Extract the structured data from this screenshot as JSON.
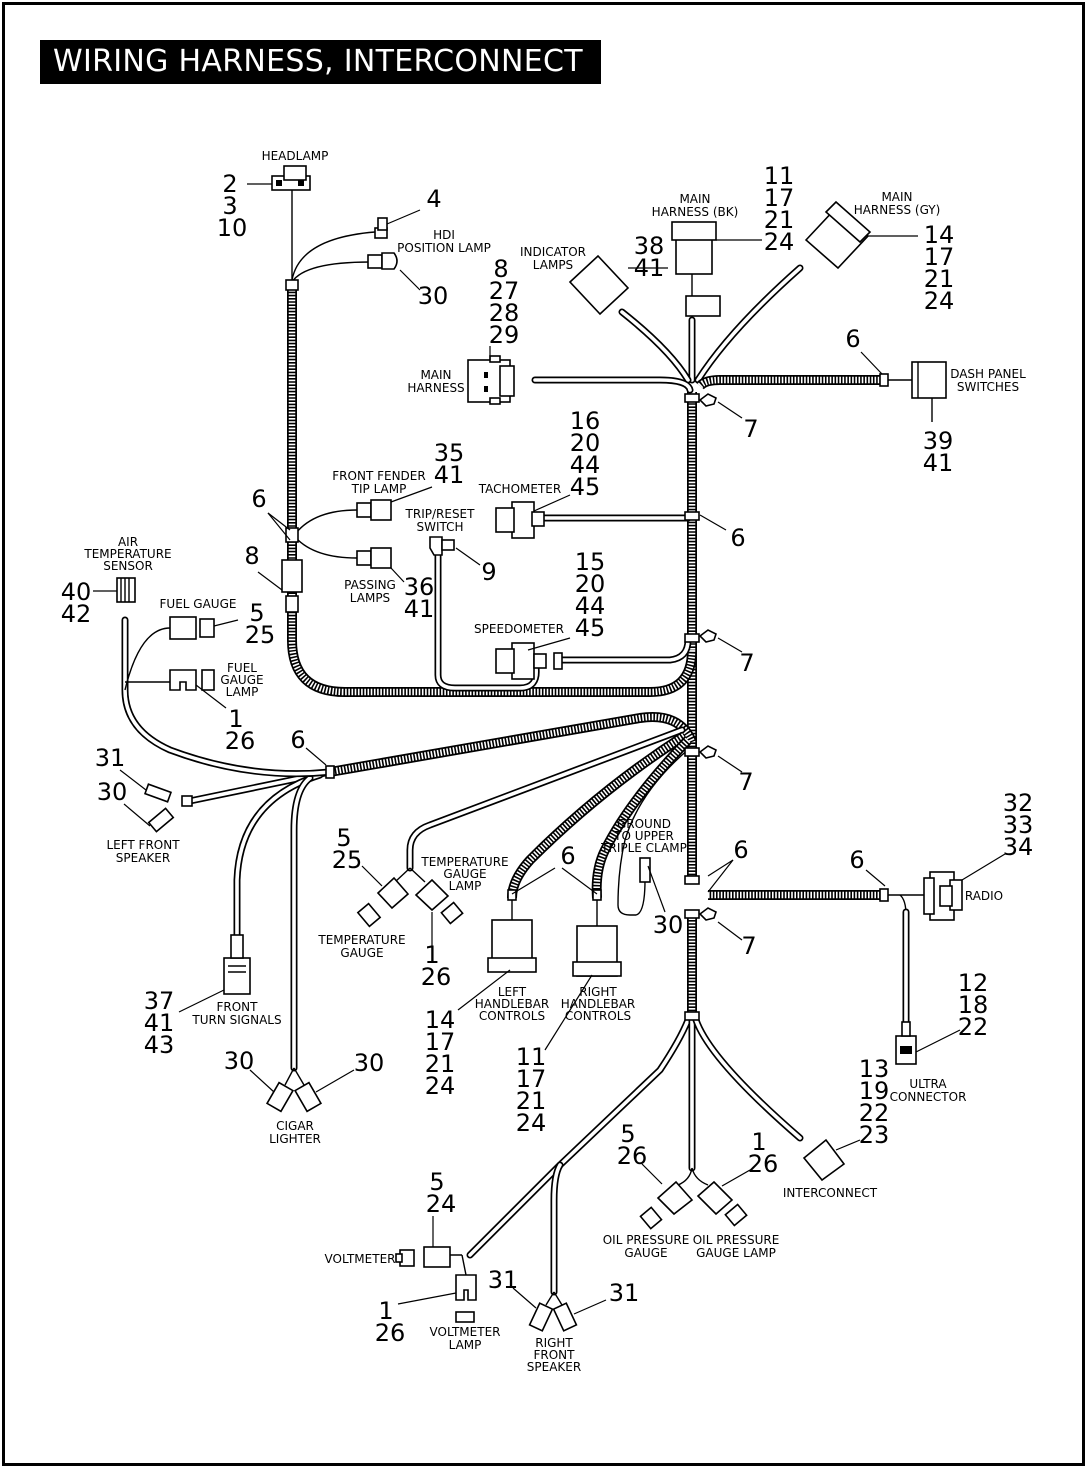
{
  "title": "WIRING HARNESS, INTERCONNECT",
  "components": {
    "headlamp": "HEADLAMP",
    "hdi_position_lamp": [
      "HDI",
      "POSITION LAMP"
    ],
    "main_harness_bk": [
      "MAIN",
      "HARNESS (BK)"
    ],
    "main_harness_gy": [
      "MAIN",
      "HARNESS (GY)"
    ],
    "indicator_lamps": [
      "INDICATOR",
      "LAMPS"
    ],
    "main_harness": [
      "MAIN",
      "HARNESS"
    ],
    "dash_panel_switches": [
      "DASH PANEL",
      "SWITCHES"
    ],
    "front_fender_tip_lamp": [
      "FRONT FENDER",
      "TIP LAMP"
    ],
    "tachometer": "TACHOMETER",
    "trip_reset_switch": [
      "TRIP/RESET",
      "SWITCH"
    ],
    "air_temperature_sensor": [
      "AIR",
      "TEMPERATURE",
      "SENSOR"
    ],
    "passing_lamps": [
      "PASSING",
      "LAMPS"
    ],
    "fuel_gauge": "FUEL GAUGE",
    "fuel_gauge_lamp": [
      "FUEL",
      "GAUGE",
      "LAMP"
    ],
    "speedometer": "SPEEDOMETER",
    "left_front_speaker": [
      "LEFT FRONT",
      "SPEAKER"
    ],
    "temperature_gauge_lamp": [
      "TEMPERATURE",
      "GAUGE",
      "LAMP"
    ],
    "ground_to_upper_triple_clamp": [
      "GROUND",
      "TO UPPER",
      "TRIPLE CLAMP"
    ],
    "radio": "RADIO",
    "temperature_gauge": [
      "TEMPERATURE",
      "GAUGE"
    ],
    "left_handlebar_controls": [
      "LEFT",
      "HANDLEBAR",
      "CONTROLS"
    ],
    "right_handlebar_controls": [
      "RIGHT",
      "HANDLEBAR",
      "CONTROLS"
    ],
    "front_turn_signals": [
      "FRONT",
      "TURN SIGNALS"
    ],
    "ultra_connector": [
      "ULTRA",
      "CONNECTOR"
    ],
    "cigar_lighter": [
      "CIGAR",
      "LIGHTER"
    ],
    "interconnect": "INTERCONNECT",
    "oil_pressure_gauge": [
      "OIL PRESSURE",
      "GAUGE"
    ],
    "oil_pressure_gauge_lamp": [
      "OIL PRESSURE",
      "GAUGE LAMP"
    ],
    "voltmeter": "VOLTMETER",
    "voltmeter_lamp": [
      "VOLTMETER",
      "LAMP"
    ],
    "right_front_speaker": [
      "RIGHT",
      "FRONT",
      "SPEAKER"
    ]
  },
  "callouts": {
    "headlamp": [
      "2",
      "3",
      "10"
    ],
    "hdi_clip": [
      "4"
    ],
    "hdi_lamp": [
      "30"
    ],
    "indicator_lamps": [
      "38",
      "41"
    ],
    "main_harness_bk": [
      "11",
      "17",
      "21",
      "24"
    ],
    "main_harness_gy": [
      "14",
      "17",
      "21",
      "24"
    ],
    "main_harness": [
      "8",
      "27",
      "28",
      "29"
    ],
    "dash_switch_clip": [
      "6"
    ],
    "dash_panel_switches": [
      "39",
      "41"
    ],
    "trunk_clip_upper": [
      "7"
    ],
    "tip_lamp": [
      "35",
      "41"
    ],
    "tachometer": [
      "16",
      "20",
      "44",
      "45"
    ],
    "left_clips": [
      "6"
    ],
    "trunk_clip_tach": [
      "6"
    ],
    "air_sensor": [
      "40",
      "42"
    ],
    "tie_left": [
      "8"
    ],
    "trip_switch": [
      "9"
    ],
    "passing_lamps": [
      "36",
      "41"
    ],
    "fuel_gauge": [
      "5",
      "25"
    ],
    "speedometer": [
      "15",
      "20",
      "44",
      "45"
    ],
    "trunk_clip_speedo": [
      "7"
    ],
    "fuel_gauge_lamp": [
      "1",
      "26"
    ],
    "left_branch_clip": [
      "6"
    ],
    "trunk_clip_mid": [
      "7"
    ],
    "speaker_left_a": [
      "31"
    ],
    "speaker_left_b": [
      "30"
    ],
    "temp_gauge": [
      "5",
      "25"
    ],
    "handlebar_clips": [
      "6"
    ],
    "trunk_clips_radio": [
      "6"
    ],
    "radio_clip": [
      "6"
    ],
    "radio": [
      "32",
      "33",
      "34"
    ],
    "ground": [
      "30"
    ],
    "trunk_clip_lower": [
      "7"
    ],
    "temp_gauge_lamp": [
      "1",
      "26"
    ],
    "front_turn_signals": [
      "37",
      "41",
      "43"
    ],
    "ultra_connector_a": [
      "12",
      "18",
      "22"
    ],
    "left_handlebar": [
      "14",
      "17",
      "21",
      "24"
    ],
    "right_handlebar": [
      "11",
      "17",
      "21",
      "24"
    ],
    "ultra_connector_b": [
      "13",
      "19",
      "22",
      "23"
    ],
    "cigar_a": [
      "30"
    ],
    "cigar_b": [
      "30"
    ],
    "oil_gauge": [
      "5",
      "26"
    ],
    "oil_lamp": [
      "1",
      "26"
    ],
    "voltmeter": [
      "5",
      "24"
    ],
    "voltmeter_lamp": [
      "1",
      "26"
    ],
    "speaker_right_a": [
      "31"
    ],
    "speaker_right_b": [
      "31"
    ]
  }
}
